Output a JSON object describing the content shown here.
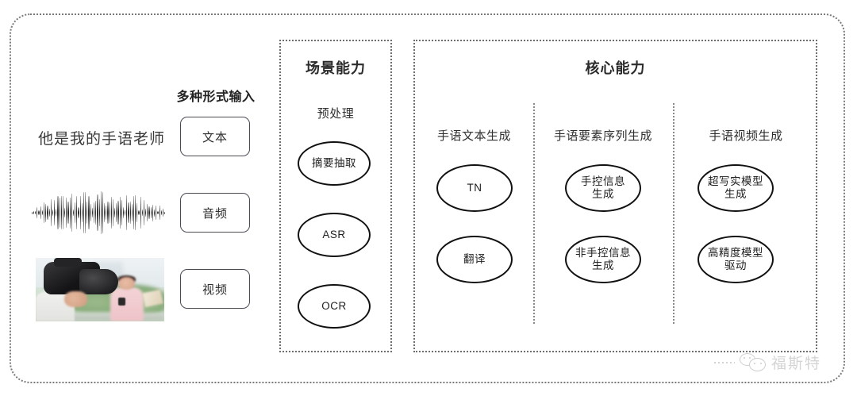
{
  "diagram": {
    "title_hidden": "",
    "input_section": {
      "heading": "多种形式输入",
      "sample_text": "他是我的手语老师",
      "chips": [
        {
          "label": "文本",
          "modality": "text"
        },
        {
          "label": "音频",
          "modality": "audio"
        },
        {
          "label": "视频",
          "modality": "video"
        }
      ],
      "waveform_name": "audio-waveform",
      "video_thumb_name": "video-thumbnail"
    },
    "scene_panel": {
      "title": "场景能力",
      "group_label": "预处理",
      "nodes": [
        {
          "label": "摘要抽取"
        },
        {
          "label": "ASR"
        },
        {
          "label": "OCR"
        }
      ]
    },
    "core_panel": {
      "title": "核心能力",
      "columns": [
        {
          "header": "手语文本生成",
          "nodes": [
            {
              "line1": "TN",
              "line2": ""
            },
            {
              "line1": "翻译",
              "line2": ""
            }
          ]
        },
        {
          "header": "手语要素序列生成",
          "nodes": [
            {
              "line1": "手控信息",
              "line2": "生成"
            },
            {
              "line1": "非手控信息",
              "line2": "生成"
            }
          ]
        },
        {
          "header": "手语视频生成",
          "nodes": [
            {
              "line1": "超写实模型",
              "line2": "生成"
            },
            {
              "line1": "高精度模型",
              "line2": "驱动"
            }
          ]
        }
      ]
    },
    "watermark": {
      "text": "福斯特",
      "logo_name": "wechat-logo-icon"
    },
    "colors": {
      "background": "#ffffff",
      "border_dotted": "#6e6e6e",
      "node_stroke": "#111111",
      "text_primary": "#1d1d1d",
      "watermark": "#9a9a9a"
    }
  }
}
